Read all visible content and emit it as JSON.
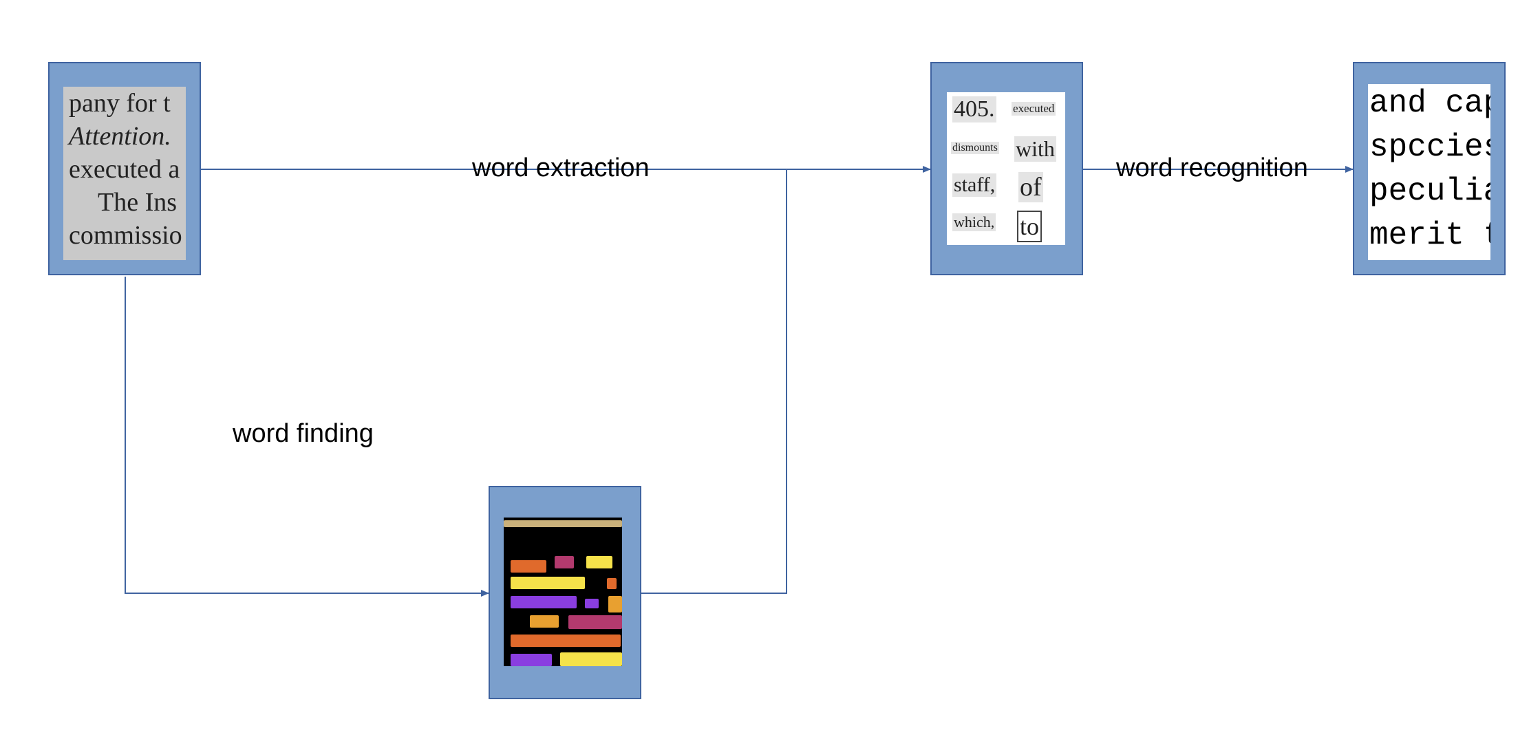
{
  "labels": {
    "word_extraction": "word extraction",
    "word_recognition": "word recognition",
    "word_finding": "word finding"
  },
  "nodes": {
    "source_scan": {
      "lines": [
        "pany for t",
        "Attention.",
        "executed a",
        "The Ins",
        "commissio"
      ]
    },
    "word_crops": {
      "words": [
        "405.",
        "executed",
        "dismounts",
        "with",
        "staff,",
        "of",
        "which,",
        "to"
      ]
    },
    "recognized_text": {
      "lines": [
        "and capa",
        "spccies",
        "peculiar",
        "merit th"
      ]
    }
  },
  "colors": {
    "box_fill": "#7b9fcc",
    "box_border": "#3f63a0",
    "arrow": "#3f63a0",
    "segment_palette": [
      "#e06a2c",
      "#b33a6e",
      "#f5e24a",
      "#8a3ee0",
      "#e8a030"
    ]
  }
}
